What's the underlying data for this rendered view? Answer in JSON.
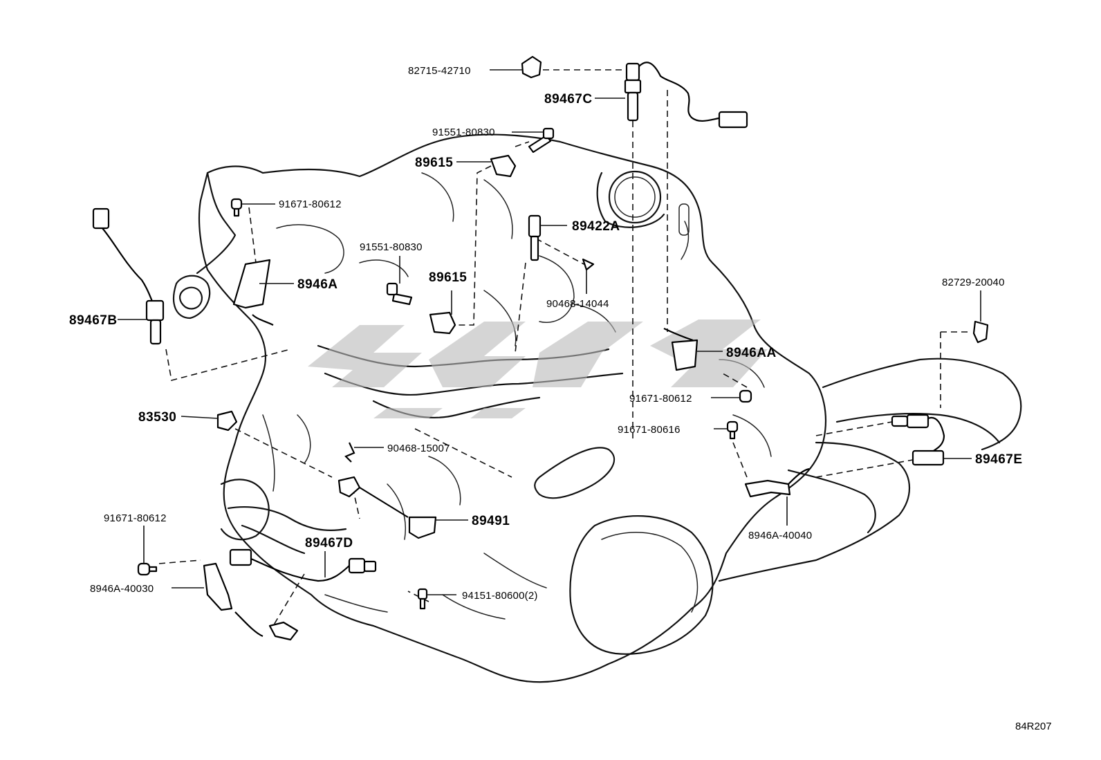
{
  "diagram": {
    "reference_code": "84R207",
    "callouts": {
      "c_82715_42710": "82715-42710",
      "c_89467C": "89467C",
      "c_91551_80830_top": "91551-80830",
      "c_89615_top": "89615",
      "c_91671_80612_tl": "91671-80612",
      "c_89422A": "89422A",
      "c_91551_80830_mid": "91551-80830",
      "c_8946A": "8946A",
      "c_89615_mid": "89615",
      "c_90468_14044": "90468-14044",
      "c_82729_20040": "82729-20040",
      "c_89467B": "89467B",
      "c_8946AA": "8946AA",
      "c_91671_80612_r": "91671-80612",
      "c_83530": "83530",
      "c_91671_80616": "91671-80616",
      "c_90468_15007": "90468-15007",
      "c_89467E": "89467E",
      "c_89491": "89491",
      "c_91671_80612_bl": "91671-80612",
      "c_8946A_40040": "8946A-40040",
      "c_89467D": "89467D",
      "c_8946A_40030": "8946A-40030",
      "c_94151_80600": "94151-80600(2)"
    }
  }
}
